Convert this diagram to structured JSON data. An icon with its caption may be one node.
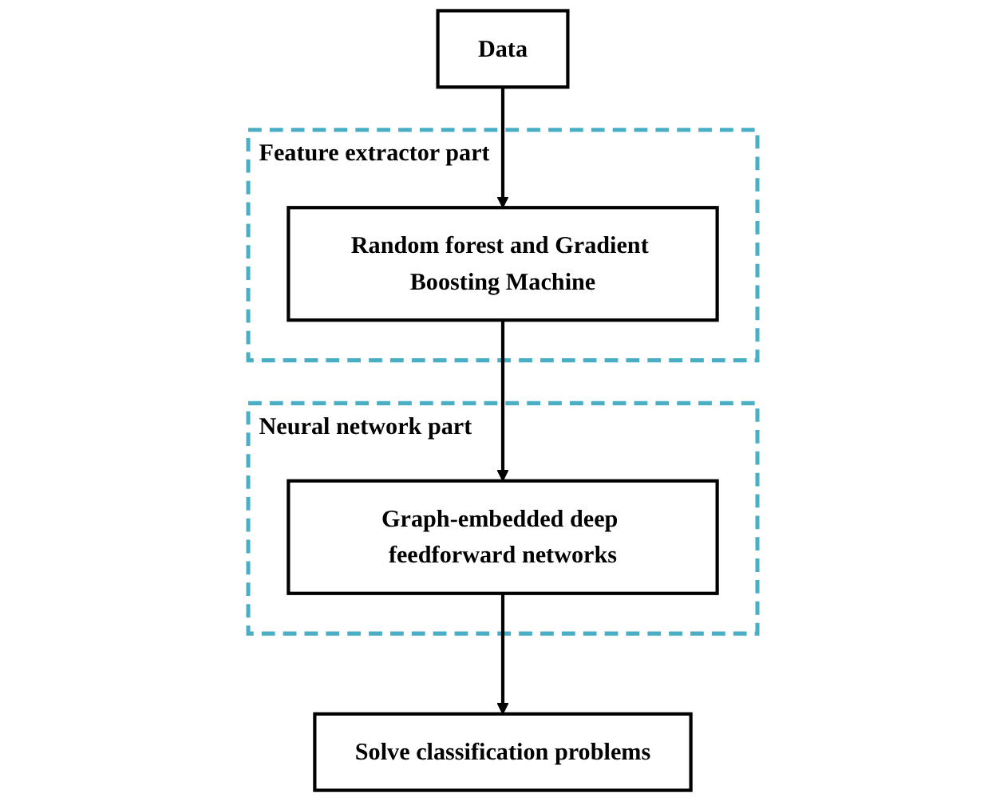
{
  "diagram": {
    "nodes": [
      {
        "text": [
          "Data"
        ]
      },
      {
        "text": [
          "Feature extractor part"
        ]
      },
      {
        "text": [
          "Random forest and Gradient Boosting Machine"
        ],
        "in": 1
      },
      {
        "text": [
          "Neural network part"
        ]
      },
      {
        "text": [
          "Graph-embedded deep feedforward networks"
        ],
        "in": 3
      },
      {
        "text": [
          "Solve classification problems"
        ]
      }
    ],
    "edges": [
      {
        "from": 0,
        "to": 2,
        "arrow": "to"
      },
      {
        "from": 2,
        "to": 4,
        "arrow": "to"
      },
      {
        "from": 4,
        "to": 5,
        "arrow": "to"
      }
    ]
  }
}
